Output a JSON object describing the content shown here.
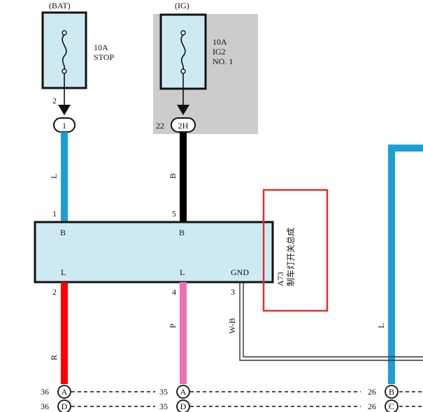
{
  "fuses": [
    {
      "source": "(BAT)",
      "rating": "10A",
      "name_lines": [
        "STOP"
      ],
      "out_pin": "2",
      "connector": "1",
      "connector_pin": ""
    },
    {
      "source": "(IG)",
      "rating": "10A",
      "name_lines": [
        "IG2",
        "NO. 1"
      ],
      "out_pin": "",
      "connector": "2H",
      "connector_pin": "22"
    }
  ],
  "wires": {
    "in_left_color": "L",
    "in_mid_color": "B",
    "out_left_color": "R",
    "out_mid_color": "P",
    "gnd_color": "W-B",
    "right_color": "L"
  },
  "switch": {
    "pin_in_left": "1",
    "pin_in_mid": "5",
    "term_top_left": "B",
    "term_top_mid": "B",
    "term_bot_left": "L",
    "term_bot_mid": "L",
    "term_gnd": "GND",
    "pin_out_left": "2",
    "pin_out_mid": "4",
    "pin_gnd": "3",
    "code": "A73",
    "name": "制车灯开关总成"
  },
  "junctions": [
    {
      "pin": "36",
      "letter": "A"
    },
    {
      "pin": "36",
      "letter": "D"
    },
    {
      "pin": "35",
      "letter": "A"
    },
    {
      "pin": "35",
      "letter": "D"
    },
    {
      "pin": "26",
      "letter": "B"
    },
    {
      "pin": "26",
      "letter": "C"
    }
  ],
  "colors": {
    "wire_blue": "#1a9fd4",
    "wire_black": "#000000",
    "wire_red": "#ff0000",
    "wire_pink": "#f06eb4",
    "fuse_fill": "#cdeaf2",
    "switch_fill": "#cdeaf2",
    "shade": "#cccccc",
    "highlight": "#e03030"
  }
}
